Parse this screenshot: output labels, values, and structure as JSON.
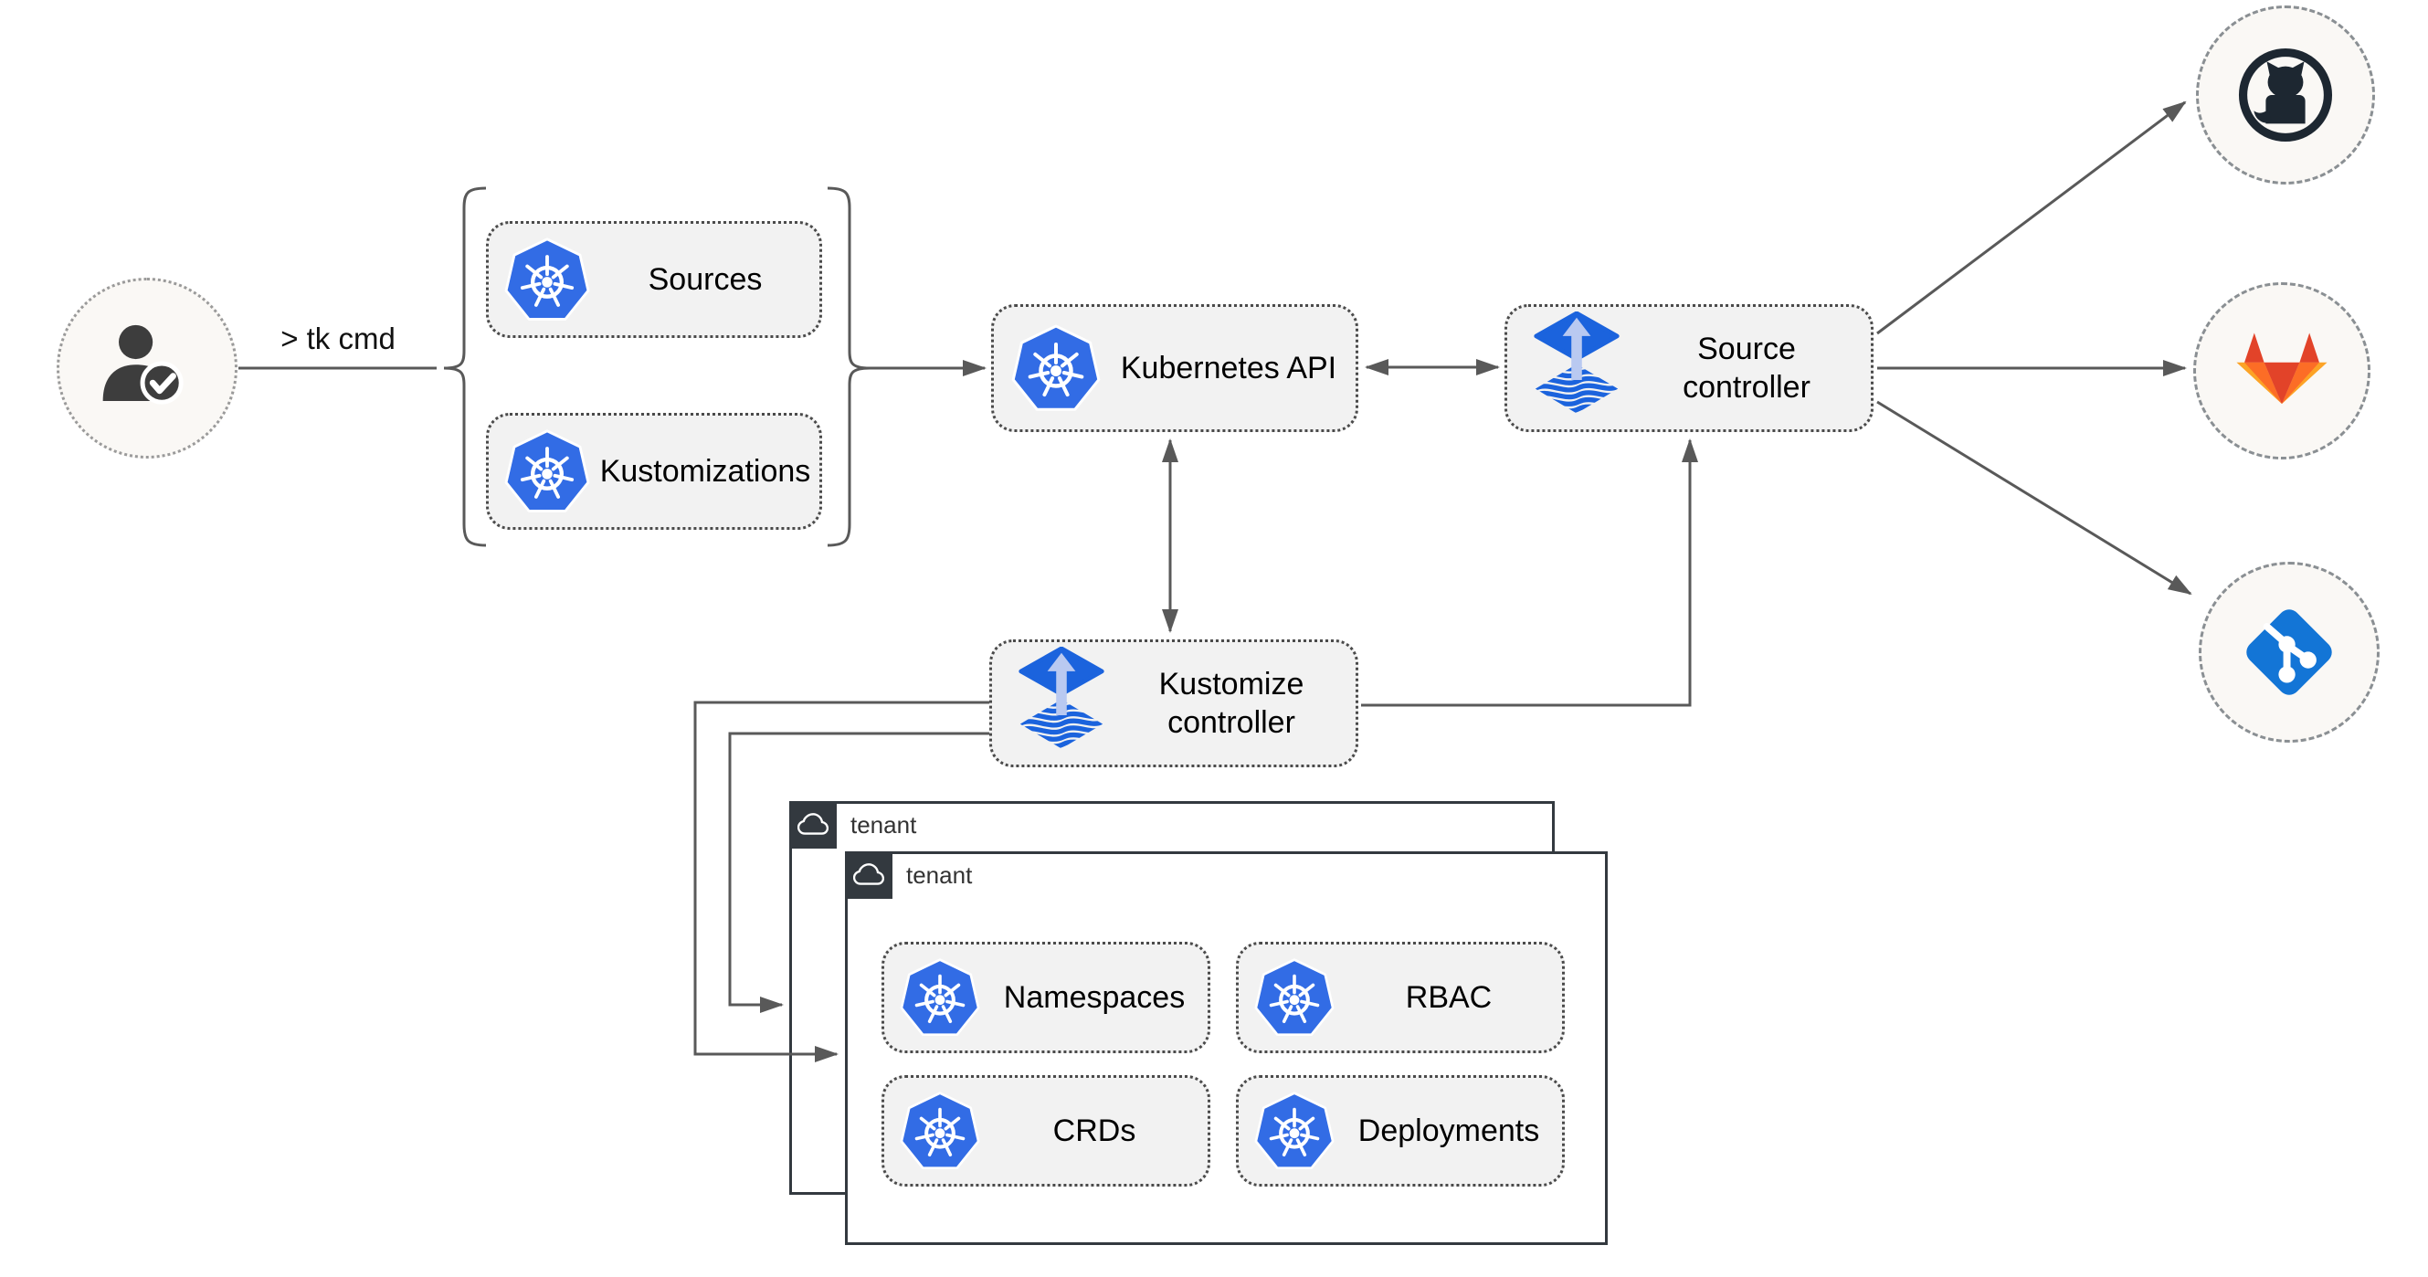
{
  "diagram": {
    "cli_label": "> tk cmd",
    "nodes": {
      "sources": {
        "label": "Sources"
      },
      "kustomizations": {
        "label": "Kustomizations"
      },
      "kubernetes_api": {
        "label": "Kubernetes API"
      },
      "source_controller": {
        "label": "Source controller"
      },
      "kustomize_controller": {
        "label": "Kustomize controller"
      },
      "tenant_back": {
        "label": "tenant"
      },
      "tenant_front": {
        "label": "tenant"
      },
      "namespaces": {
        "label": "Namespaces"
      },
      "rbac": {
        "label": "RBAC"
      },
      "crds": {
        "label": "CRDs"
      },
      "deployments": {
        "label": "Deployments"
      }
    },
    "icons": {
      "user": "person-with-checkmark",
      "kubernetes": "kubernetes-wheel",
      "flux": "flux-diamond-arrow-waves",
      "github": "github-octocat-circle",
      "gitlab": "gitlab-tanuki",
      "git": "git-branch-diamond",
      "cloud": "cloud-outline"
    },
    "colors": {
      "kubernetes_blue": "#326ce5",
      "flux_blue": "#1b63dd",
      "flux_arrow_light": "#b9c9f1",
      "github_dark": "#1d2731",
      "gitlab_red": "#e24329",
      "gitlab_orange": "#fc6d26",
      "gitlab_light_orange": "#fca326",
      "git_blue": "#1375d6",
      "node_fill": "#f2f2f2",
      "connector_gray": "#595959",
      "tenant_tab_dark": "#33393f",
      "actor_circle_fill": "#faf8f5"
    }
  }
}
